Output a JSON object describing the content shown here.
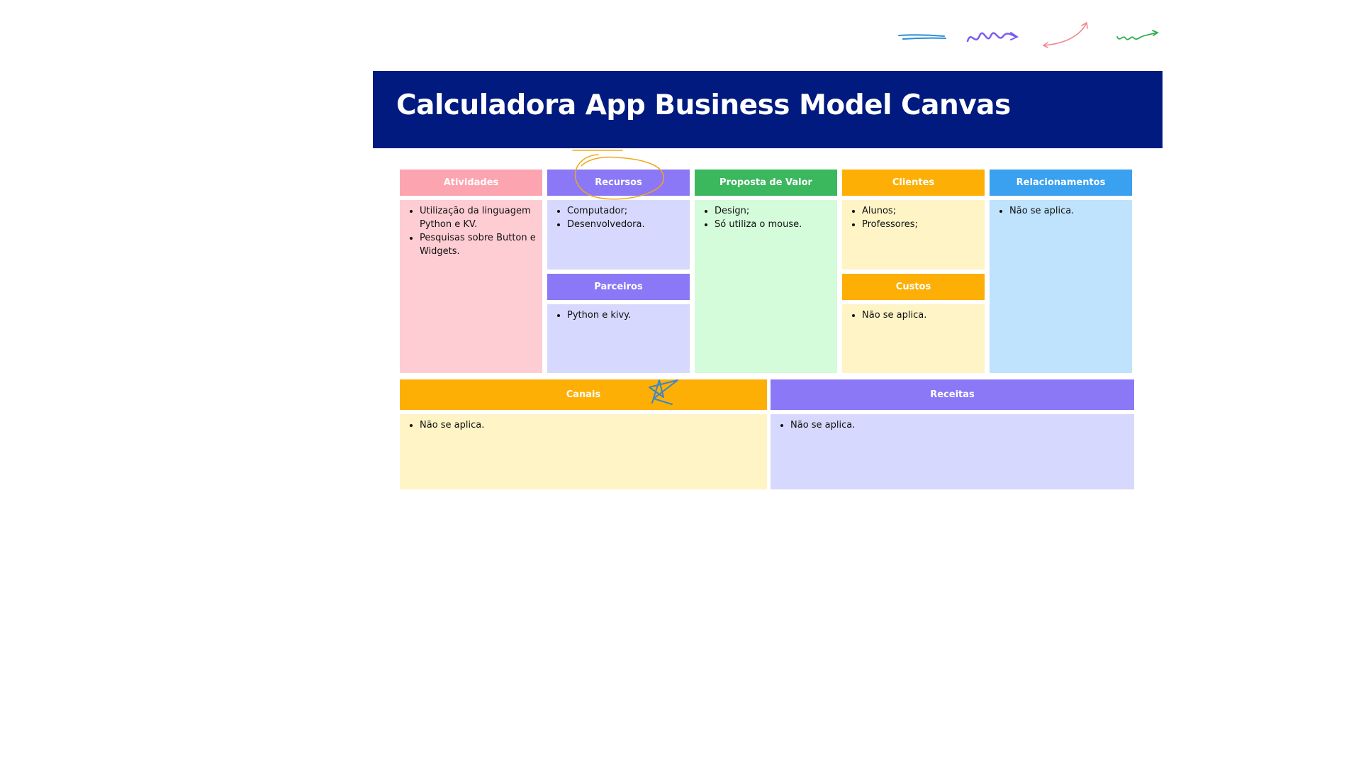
{
  "title": "Calculadora App Business Model Canvas",
  "colors": {
    "banner": "#001a80",
    "pink_header": "#fca5b0",
    "pink_body": "#fecdd3",
    "purple_header": "#8b78f7",
    "purple_body": "#d6d8fd",
    "green_header": "#3bb75e",
    "green_body": "#d4fbda",
    "orange_header": "#fdaf05",
    "yellow_body": "#fef4c6",
    "blue_header": "#3aa0f0",
    "blue_body": "#bfe2fd"
  },
  "sections": {
    "atividades": {
      "label": "Atividades",
      "items": [
        "Utilização da linguagem Python e KV.",
        "Pesquisas sobre Button e Widgets."
      ]
    },
    "recursos": {
      "label": "Recursos",
      "items": [
        "Computador;",
        "Desenvolvedora."
      ]
    },
    "parceiros": {
      "label": "Parceiros",
      "items": [
        "Python e kivy."
      ]
    },
    "proposta": {
      "label": "Proposta de Valor",
      "items": [
        "Design;",
        "Só utiliza o mouse."
      ]
    },
    "clientes": {
      "label": "Clientes",
      "items": [
        "Alunos;",
        "Professores;"
      ]
    },
    "custos": {
      "label": "Custos",
      "items": [
        "Não se aplica."
      ]
    },
    "relacionamentos": {
      "label": "Relacionamentos",
      "items": [
        "Não se aplica."
      ]
    },
    "canais": {
      "label": "Canais",
      "items": [
        "Não se aplica."
      ]
    },
    "receitas": {
      "label": "Receitas",
      "items": [
        "Não se aplica."
      ]
    }
  },
  "icons": [
    "line-doodle-icon",
    "wave-doodle-icon",
    "arrow-doodle-icon",
    "zigzag-doodle-icon",
    "circle-annotation-icon",
    "star-annotation-icon"
  ]
}
